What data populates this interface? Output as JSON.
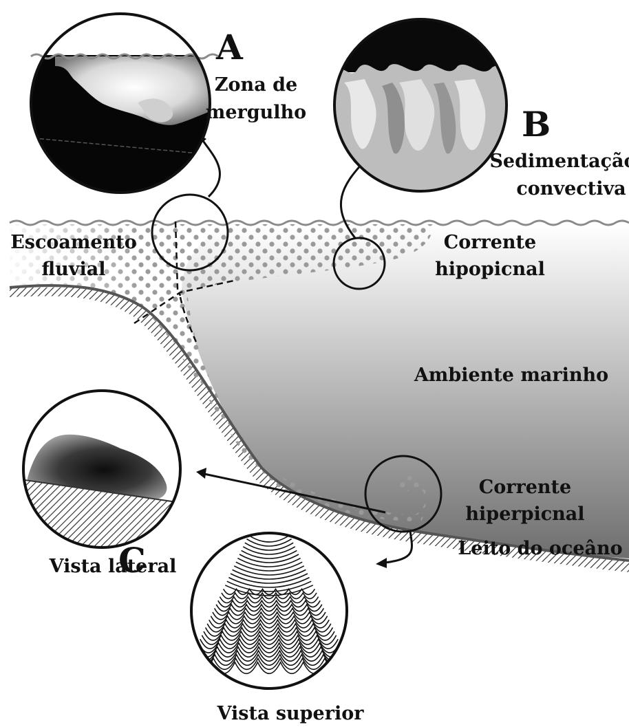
{
  "panels": {
    "a": {
      "letter": "A",
      "caption_line1": "Zona de",
      "caption_line2": "mergulho"
    },
    "b": {
      "letter": "B",
      "caption_line1": "Sedimentação",
      "caption_line2": "convectiva"
    },
    "c": {
      "letter": "C",
      "side_caption": "Vista lateral",
      "top_caption": "Vista superior"
    }
  },
  "regions": {
    "river_line1": "Escoamento",
    "river_line2": "fluvial",
    "hypopycnal_line1": "Corrente",
    "hypopycnal_line2": "hipopicnal",
    "marine": "Ambiente marinho",
    "hyperpycnal_line1": "Corrente",
    "hyperpycnal_line2": "hiperpicnal",
    "seabed": "Leito do oceâno"
  },
  "colors": {
    "ink": "#111111",
    "sea_top": "#ffffff",
    "sea_bottom": "#6e6e6e",
    "dots": "#9a9a9a",
    "water_line": "#8a8a8a"
  }
}
